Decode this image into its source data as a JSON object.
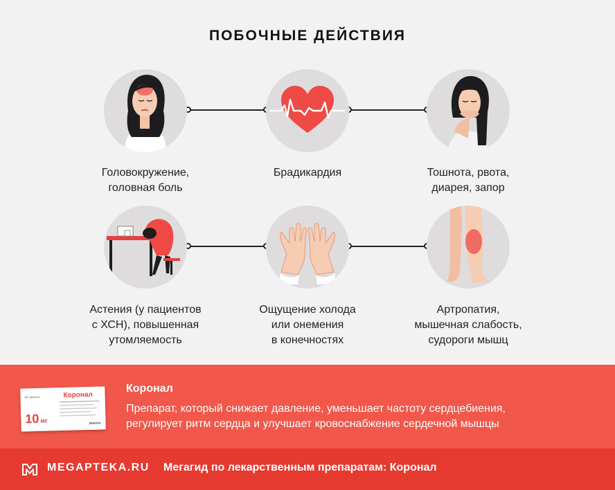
{
  "title": "ПОБОЧНЫЕ ДЕЙСТВИЯ",
  "effects": [
    {
      "lines": [
        "Головокружение,",
        "головная боль"
      ],
      "icon": "headache-woman-icon"
    },
    {
      "lines": [
        "Брадикардия"
      ],
      "icon": "heart-ecg-icon"
    },
    {
      "lines": [
        "Тошнота, рвота,",
        "диарея, запор"
      ],
      "icon": "nausea-woman-icon"
    },
    {
      "lines": [
        "Астения (у пациентов",
        "с ХСН), повышенная",
        "утомляемость"
      ],
      "icon": "tired-person-desk-icon"
    },
    {
      "lines": [
        "Ощущение холода",
        "или онемения",
        "в конечностях"
      ],
      "icon": "cold-hands-icon"
    },
    {
      "lines": [
        "Артропатия,",
        "мышечная слабость,",
        "судороги мышц"
      ],
      "icon": "leg-pain-icon"
    }
  ],
  "drug": {
    "name": "Коронал",
    "description_lines": [
      "Препарат, который снижает давление, уменьшает частоту сердцебиения,",
      "регулирует ритм сердца и улучшает кровоснабжение сердечной мышцы"
    ],
    "box": {
      "brand": "Коронал",
      "dose": "10",
      "unit": "мг",
      "count": "60 таблеток",
      "maker": "ZENTIVA"
    }
  },
  "footer": {
    "logo": "MEGAPTEKA.RU",
    "text": "Мегагид по лекарственным препаратам: Коронал"
  },
  "colors": {
    "background": "#f3f2f3",
    "circle": "#dedcdd",
    "band": "#f1574a",
    "footer": "#e63a30",
    "accent": "#e8403c"
  }
}
